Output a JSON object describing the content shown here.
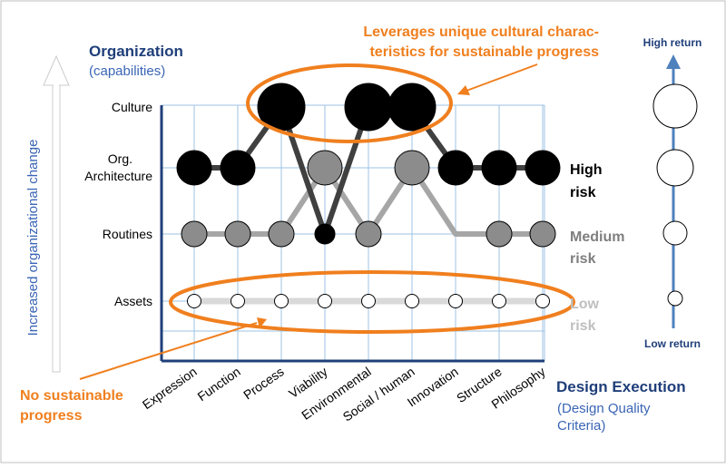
{
  "chart_data": {
    "type": "scatter",
    "title": "",
    "y_axis": {
      "title": "Organization",
      "subtitle": "(capabilities)",
      "side_label": "Increased organizational change",
      "levels": [
        "Culture",
        "Org. Architecture",
        "Routines",
        "Assets"
      ]
    },
    "x_axis": {
      "title": "Design  Execution",
      "subtitle_line1": "(Design Quality",
      "subtitle_line2": "Criteria)",
      "categories": [
        "Expression",
        "Function",
        "Process",
        "Viability",
        "Environmental",
        "Social / human",
        "Innovation",
        "Structure",
        "Philosophy"
      ]
    },
    "series": [
      {
        "name": "",
        "color": "#000000",
        "connector_color": "#404040",
        "points": [
          {
            "x": "Expression",
            "y": "Org. Architecture",
            "size": "large"
          },
          {
            "x": "Function",
            "y": "Org. Architecture",
            "size": "large"
          },
          {
            "x": "Process",
            "y": "Culture",
            "size": "xlarge"
          },
          {
            "x": "Viability",
            "y": "Routines",
            "size": "small"
          },
          {
            "x": "Environmental",
            "y": "Culture",
            "size": "xlarge"
          },
          {
            "x": "Social / human",
            "y": "Culture",
            "size": "xlarge"
          },
          {
            "x": "Innovation",
            "y": "Org. Architecture",
            "size": "large"
          },
          {
            "x": "Structure",
            "y": "Org. Architecture",
            "size": "large"
          },
          {
            "x": "Philosophy",
            "y": "Org. Architecture",
            "size": "large"
          }
        ]
      },
      {
        "name": "",
        "color": "#8c8c8c",
        "connector_color": "#a6a6a6",
        "points": [
          {
            "x": "Expression",
            "y": "Routines",
            "size": "medium"
          },
          {
            "x": "Function",
            "y": "Routines",
            "size": "medium"
          },
          {
            "x": "Process",
            "y": "Routines",
            "size": "medium"
          },
          {
            "x": "Viability",
            "y": "Org. Architecture",
            "size": "large"
          },
          {
            "x": "Environmental",
            "y": "Routines",
            "size": "medium"
          },
          {
            "x": "Social / human",
            "y": "Org. Architecture",
            "size": "large"
          },
          {
            "x": "Innovation",
            "y": "Routines",
            "size": "none"
          },
          {
            "x": "Structure",
            "y": "Routines",
            "size": "medium"
          },
          {
            "x": "Philosophy",
            "y": "Routines",
            "size": "medium"
          }
        ]
      },
      {
        "name": "",
        "color": "#ffffff",
        "connector_color": "#d9d9d9",
        "points": [
          {
            "x": "Expression",
            "y": "Assets",
            "size": "tiny"
          },
          {
            "x": "Function",
            "y": "Assets",
            "size": "tiny"
          },
          {
            "x": "Process",
            "y": "Assets",
            "size": "tiny"
          },
          {
            "x": "Viability",
            "y": "Assets",
            "size": "tiny"
          },
          {
            "x": "Environmental",
            "y": "Assets",
            "size": "tiny"
          },
          {
            "x": "Social / human",
            "y": "Assets",
            "size": "tiny"
          },
          {
            "x": "Innovation",
            "y": "Assets",
            "size": "tiny"
          },
          {
            "x": "Structure",
            "y": "Assets",
            "size": "tiny"
          },
          {
            "x": "Philosophy",
            "y": "Assets",
            "size": "tiny"
          }
        ]
      }
    ],
    "risk_labels": [
      {
        "line1": "High",
        "line2": "risk",
        "color": "#000000"
      },
      {
        "line1": "Medium",
        "line2": "risk",
        "color": "#7f7f7f"
      },
      {
        "line1": "Low",
        "line2": "risk",
        "color": "#bfbfbf"
      }
    ],
    "return_scale": {
      "top": "High return",
      "bottom": "Low return",
      "color": "#4f81bd"
    },
    "callouts": {
      "top_line1": "Leverages unique cultural charac-",
      "top_line2": "teristics for sustainable progress",
      "bottom_line1": "No sustainable",
      "bottom_line2": "progress",
      "color": "#f07f1e"
    },
    "colors": {
      "title_blue": "#1f3f7a",
      "subtitle_blue": "#3a65b5",
      "grid_blue": "#9cc3e5"
    }
  }
}
